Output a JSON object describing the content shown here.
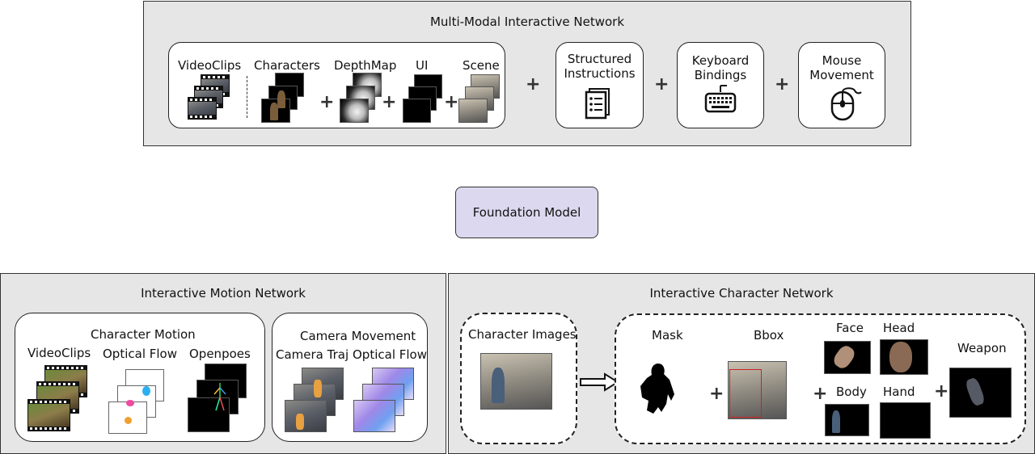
{
  "top_panel": {
    "title": "Multi-Modal Interactive Network",
    "modalities": {
      "videoclips": "VideoClips",
      "characters": "Characters",
      "depthmap": "DepthMap",
      "ui": "UI",
      "scene": "Scene"
    },
    "structured_instructions": "Structured Instructions",
    "keyboard_bindings": "Keyboard Bindings",
    "mouse_movement": "Mouse Movement"
  },
  "foundation_model": {
    "label": "Foundation Model",
    "fill_color": "#dcd8ef"
  },
  "motion_panel": {
    "title": "Interactive Motion Network",
    "character_motion": {
      "title": "Character Motion",
      "videoclips": "VideoClips",
      "optical_flow": "Optical Flow",
      "openpoes": "Openpoes"
    },
    "camera_movement": {
      "title": "Camera Movement",
      "camera_traj": "Camera Traj",
      "optical_flow": "Optical Flow"
    }
  },
  "character_panel": {
    "title": "Interactive Character Network",
    "character_images": "Character Images",
    "mask": "Mask",
    "bbox": "Bbox",
    "face": "Face",
    "head": "Head",
    "body": "Body",
    "hand": "Hand",
    "weapon": "Weapon",
    "bbox_color": "#cc2222"
  },
  "icons": [
    "document-list-icon",
    "keyboard-icon",
    "mouse-icon",
    "plus-icon",
    "hollow-arrow-icon"
  ]
}
